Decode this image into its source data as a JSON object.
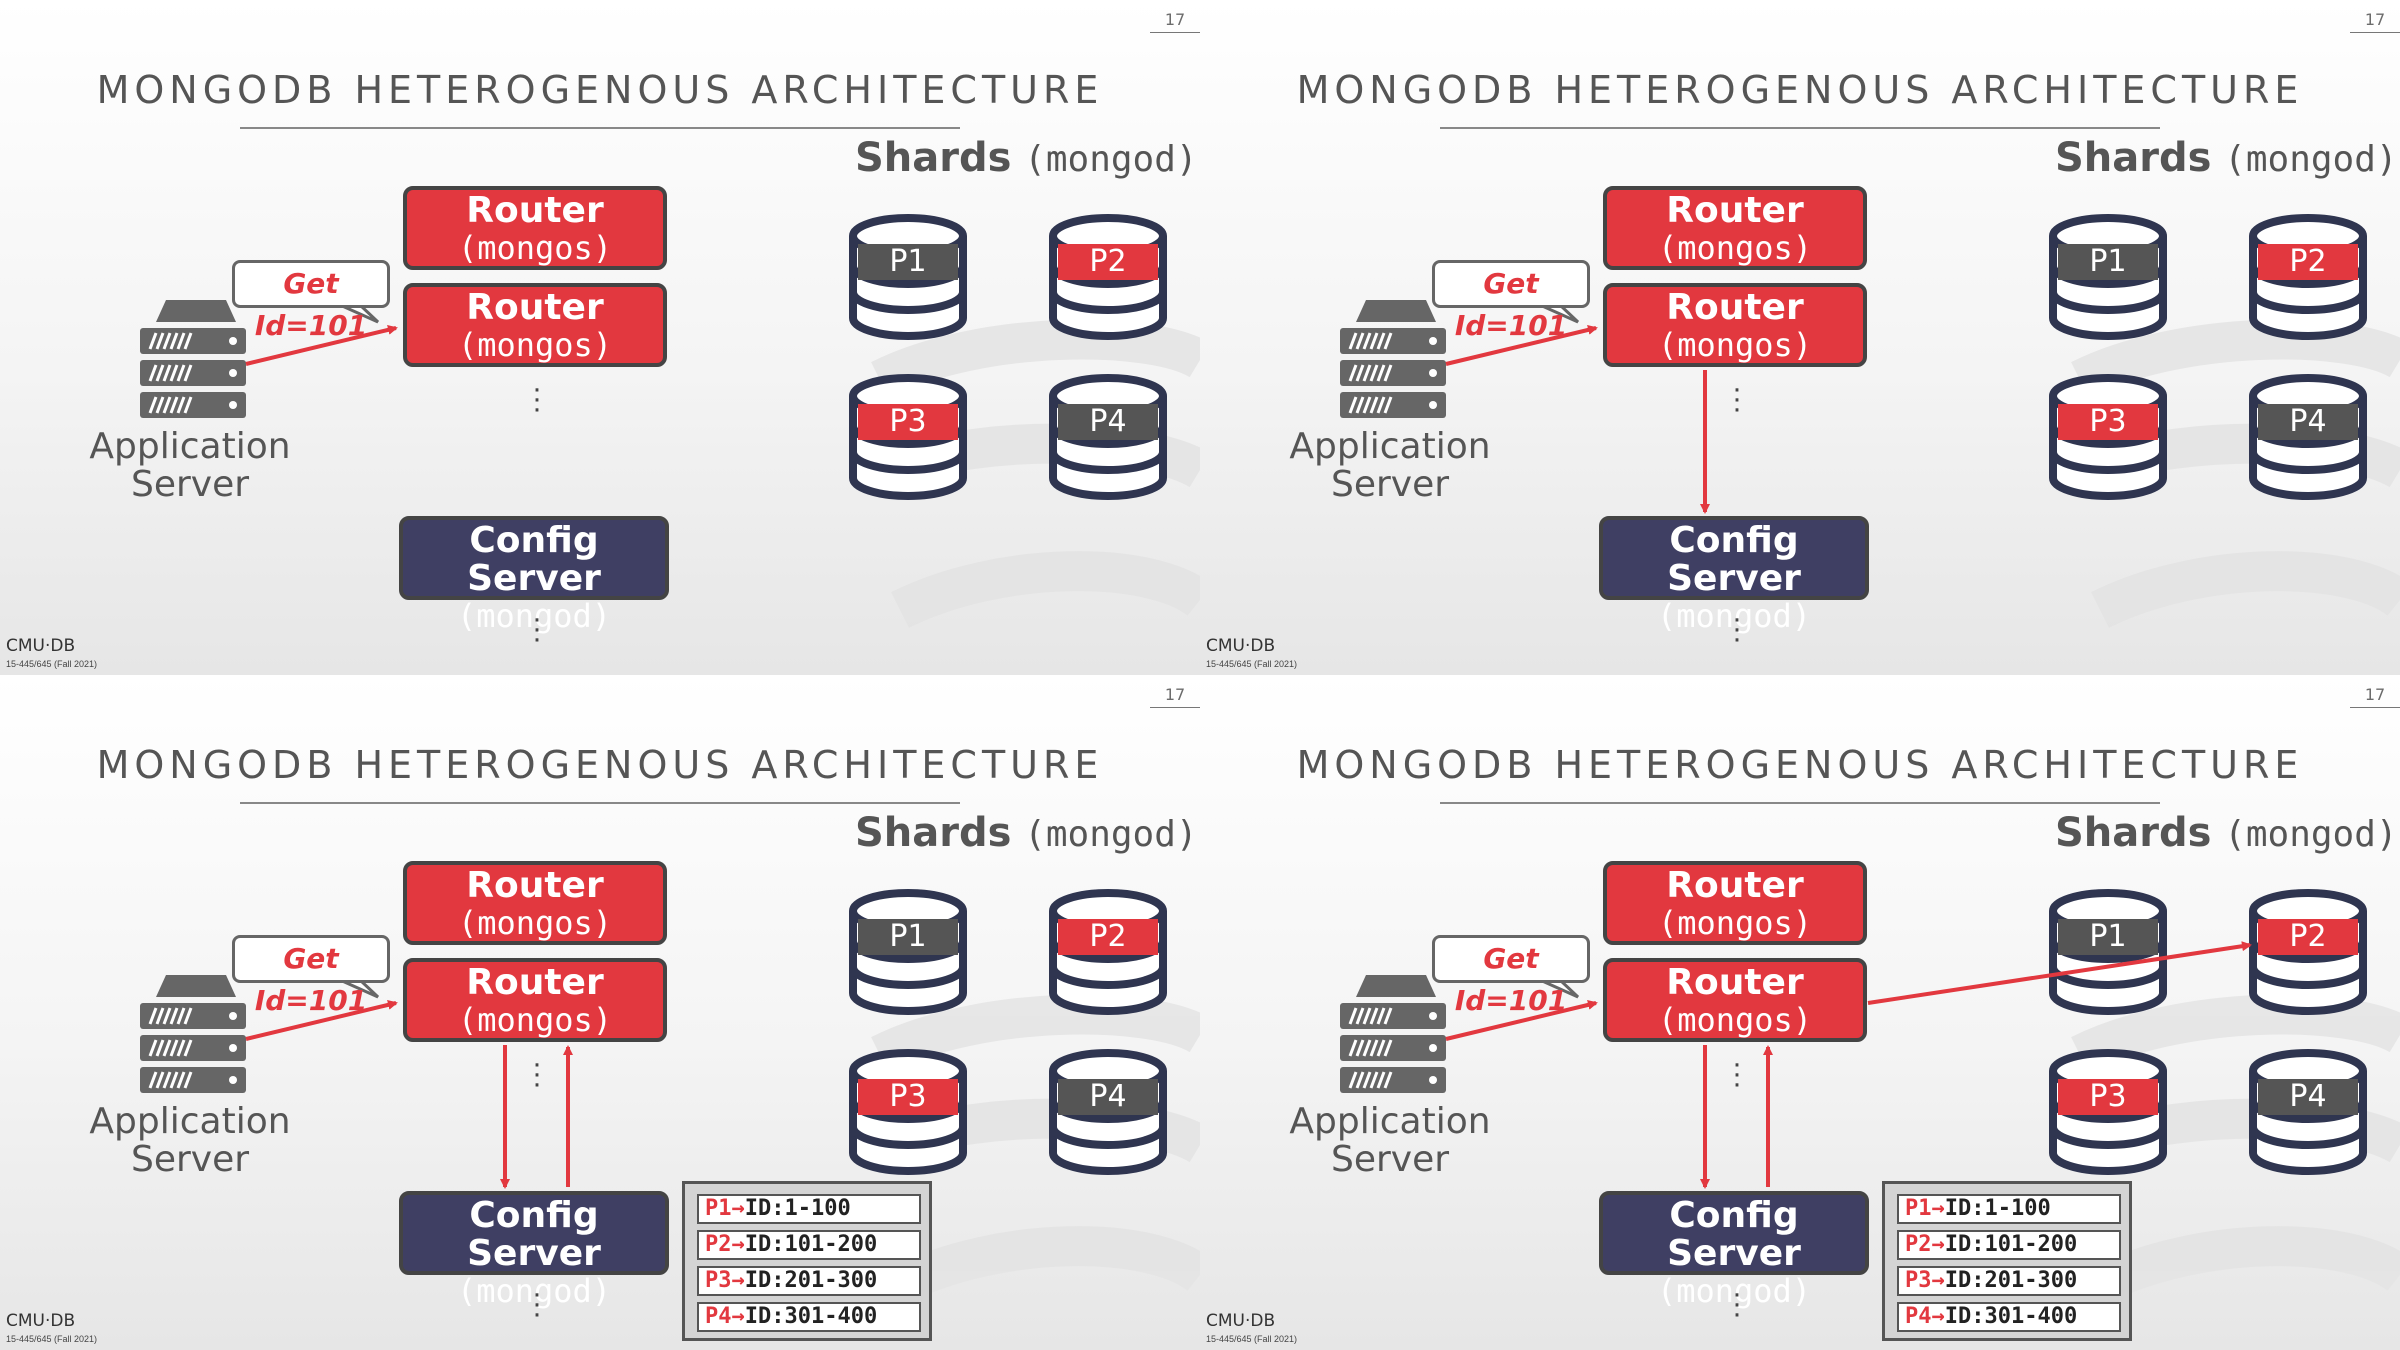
{
  "slide_number": "17",
  "title": "MONGODB HETEROGENOUS ARCHITECTURE",
  "shards_label": {
    "bold": "Shards",
    "sub": "(mongod)"
  },
  "router": {
    "line1": "Router",
    "line2": "(mongos)"
  },
  "config_server": {
    "line1": "Config Server",
    "line2": "(mongod)"
  },
  "request": "Get Id=101",
  "app_server": {
    "line1": "Application",
    "line2": "Server"
  },
  "footer": {
    "logo": "CMU·DB",
    "course": "15-445/645 (Fall 2021)"
  },
  "shards": [
    {
      "label": "P1",
      "color": "#555555"
    },
    {
      "label": "P2",
      "color": "#e2383f"
    },
    {
      "label": "P3",
      "color": "#e2383f"
    },
    {
      "label": "P4",
      "color": "#555555"
    }
  ],
  "partition_table": [
    {
      "partition": "P1",
      "arrow": "→",
      "range": "ID:1-100"
    },
    {
      "partition": "P2",
      "arrow": "→",
      "range": "ID:101-200"
    },
    {
      "partition": "P3",
      "arrow": "→",
      "range": "ID:201-300"
    },
    {
      "partition": "P4",
      "arrow": "→",
      "range": "ID:301-400"
    }
  ],
  "steps": [
    {
      "step": 1,
      "arrow_to_config": false,
      "arrow_from_config": false,
      "arrow_to_shard": false,
      "show_table": false
    },
    {
      "step": 2,
      "arrow_to_config": true,
      "arrow_from_config": false,
      "arrow_to_shard": false,
      "show_table": false
    },
    {
      "step": 3,
      "arrow_to_config": true,
      "arrow_from_config": true,
      "arrow_to_shard": false,
      "show_table": true
    },
    {
      "step": 4,
      "arrow_to_config": true,
      "arrow_from_config": true,
      "arrow_to_shard": true,
      "show_table": true
    }
  ],
  "colors": {
    "accent": "#e2383f",
    "config": "#3f3f63",
    "dark": "#555555"
  }
}
